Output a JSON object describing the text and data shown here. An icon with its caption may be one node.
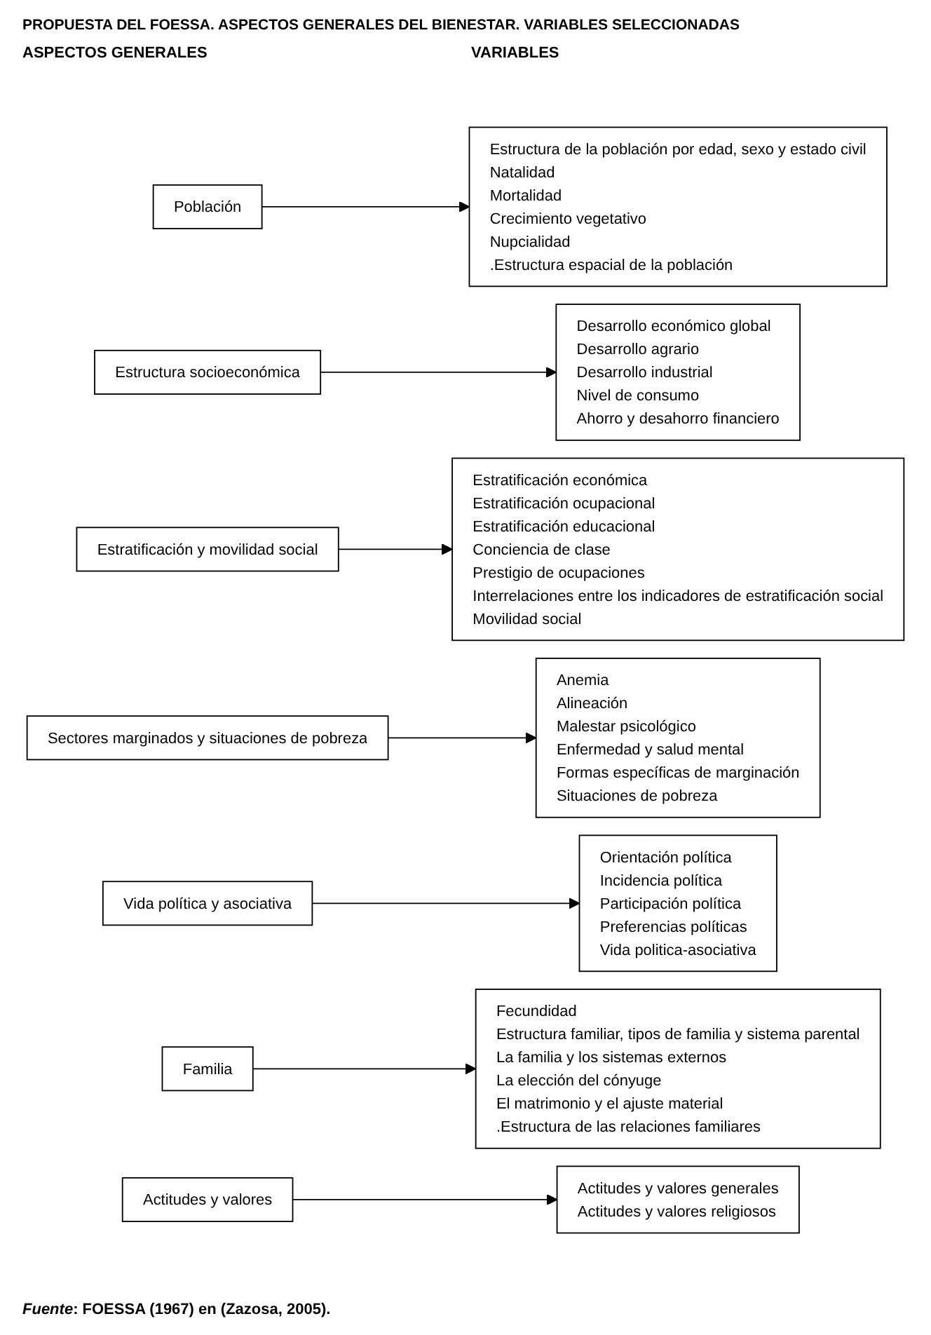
{
  "diagram": {
    "title": "PROPUESTA DEL FOESSA. ASPECTOS GENERALES DEL BIENESTAR. VARIABLES SELECCIONADAS",
    "caption": "*Fuente*: FOESSA (1967) en (Zazosa, 2005).",
    "nodes": [
      {
        "text": [
          "Población"
        ]
      },
      {
        "text": [
          "Estructura de la población por edad, sexo y estado civil",
          "Natalidad",
          "Mortalidad",
          "Crecimiento vegetativo",
          "Nupcialidad",
          ".Estructura espacial de la población"
        ]
      },
      {
        "text": [
          "Estructura socioeconómica"
        ]
      },
      {
        "text": [
          "Desarrollo económico global",
          "Desarrollo agrario",
          "Desarrollo industrial",
          "Nivel de consumo",
          "Ahorro y desahorro  financiero"
        ]
      },
      {
        "text": [
          "Estratificación y movilidad social"
        ]
      },
      {
        "text": [
          "Estratificación económica",
          "Estratificación ocupacional",
          "Estratificación educacional",
          "Conciencia de clase",
          "Prestigio de ocupaciones",
          "Interrelaciones entre los indicadores de estratificación social",
          "Movilidad social"
        ]
      },
      {
        "text": [
          "Sectores marginados y situaciones de pobreza"
        ]
      },
      {
        "text": [
          "Anemia",
          "Alineación",
          "Malestar psicológico",
          "Enfermedad y salud mental",
          "Formas específicas de marginación",
          "Situaciones de pobreza"
        ]
      },
      {
        "text": [
          "Vida política y asociativa"
        ]
      },
      {
        "text": [
          "Orientación política",
          "Incidencia política",
          "Participación política",
          "Preferencias políticas",
          "Vida politica-asociativa"
        ]
      },
      {
        "text": [
          "Familia"
        ]
      },
      {
        "text": [
          "Fecundidad",
          "Estructura familiar, tipos de familia y sistema parental",
          "La familia y los sistemas externos",
          "La elección del cónyuge",
          "El matrimonio y el ajuste material",
          ".Estructura de las relaciones familiares"
        ]
      },
      {
        "text": [
          "Actitudes y valores"
        ]
      },
      {
        "text": [
          "Actitudes y valores generales",
          "Actitudes y valores religiosos"
        ]
      }
    ],
    "edges": [
      {
        "from": 0,
        "to": 1,
        "arrow": "to"
      },
      {
        "from": 2,
        "to": 3,
        "arrow": "to"
      },
      {
        "from": 4,
        "to": 5,
        "arrow": "to"
      },
      {
        "from": 6,
        "to": 7,
        "arrow": "to"
      },
      {
        "from": 8,
        "to": 9,
        "arrow": "to"
      },
      {
        "from": 10,
        "to": 11,
        "arrow": "to"
      },
      {
        "from": 12,
        "to": 13,
        "arrow": "to"
      }
    ],
    "labels": [
      "ASPECTOS GENERALES",
      "VARIABLES"
    ]
  }
}
